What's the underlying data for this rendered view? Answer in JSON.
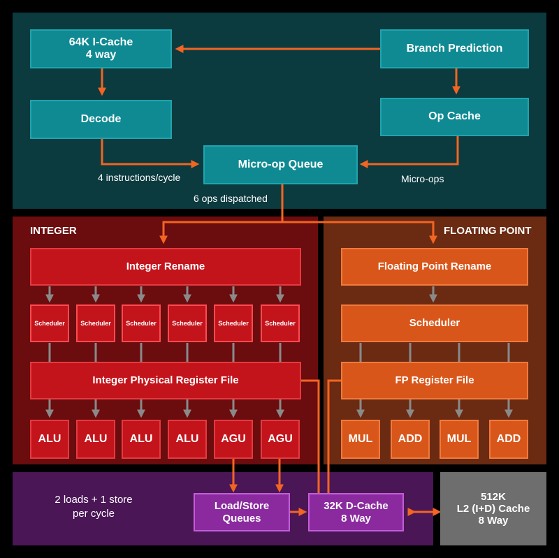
{
  "front_end": {
    "icache": "64K I-Cache\n4 way",
    "branch_prediction": "Branch Prediction",
    "decode": "Decode",
    "op_cache": "Op Cache",
    "microop_queue": "Micro-op Queue",
    "label_decode_rate": "4 instructions/cycle",
    "label_microops": "Micro-ops",
    "label_dispatch": "6 ops dispatched"
  },
  "integer": {
    "title": "INTEGER",
    "rename": "Integer Rename",
    "schedulers": [
      "Scheduler",
      "Scheduler",
      "Scheduler",
      "Scheduler",
      "Scheduler",
      "Scheduler"
    ],
    "register_file": "Integer Physical Register File",
    "units": [
      "ALU",
      "ALU",
      "ALU",
      "ALU",
      "AGU",
      "AGU"
    ]
  },
  "floating_point": {
    "title": "FLOATING POINT",
    "rename": "Floating Point Rename",
    "scheduler": "Scheduler",
    "register_file": "FP Register File",
    "units": [
      "MUL",
      "ADD",
      "MUL",
      "ADD"
    ]
  },
  "memory": {
    "label_rate": "2 loads + 1 store\nper cycle",
    "load_store": "Load/Store\nQueues",
    "dcache": "32K D-Cache\n8 Way",
    "l2": "512K\nL2 (I+D) Cache\n8 Way"
  },
  "colors": {
    "arrow": "#f26522",
    "gray_arrow": "#8a8a8a",
    "frontend_bg": "#0b3a3f",
    "integer_bg": "#6b0c0e",
    "fp_bg": "#6b2a12",
    "memory_bg": "#4a1656",
    "l2_bg": "#6e6e6e"
  }
}
